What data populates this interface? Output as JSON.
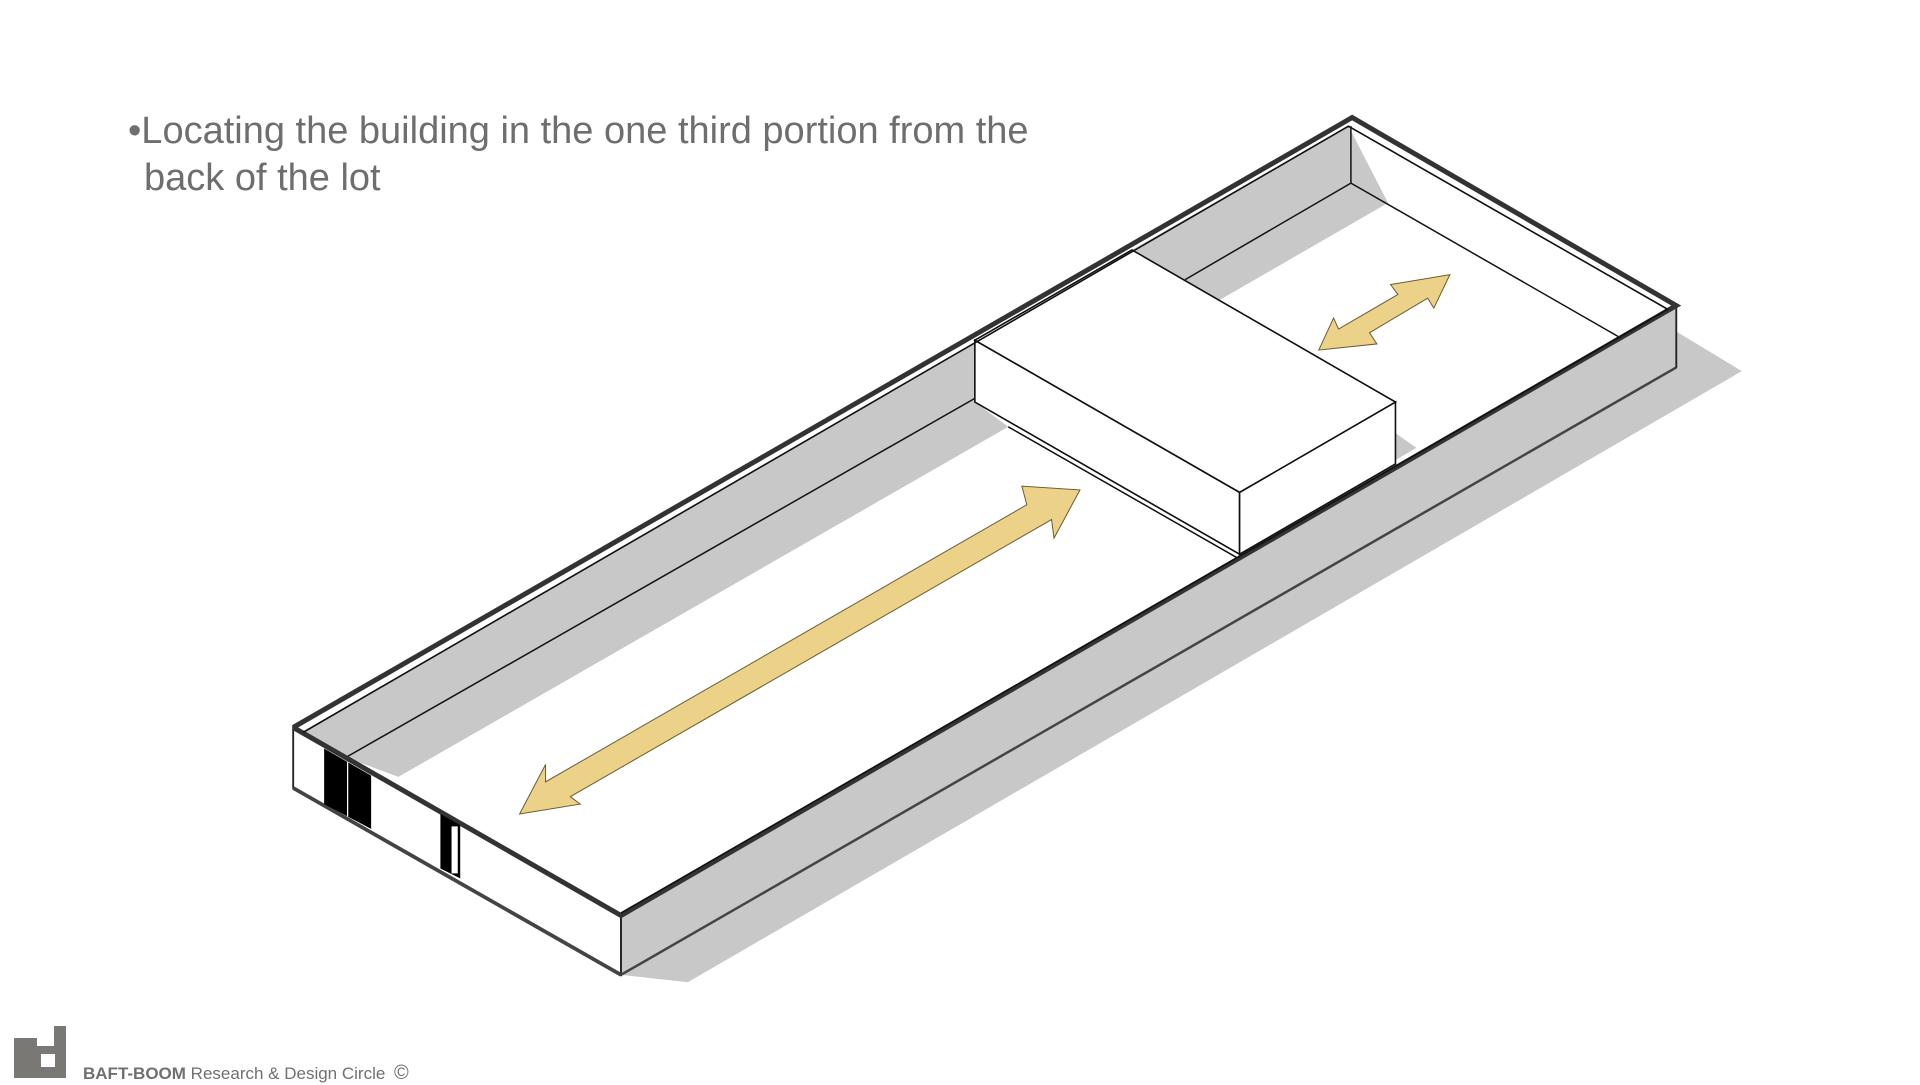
{
  "caption": {
    "line1": "•Locating the building in the one third portion from the",
    "line2": "back of the lot"
  },
  "footer": {
    "brand": "BAFT-BOOM",
    "subtitle": "Research & Design Circle",
    "copyright": "©"
  },
  "colors": {
    "arrow": "#ecd188",
    "shadow": "#c8c8c8",
    "text": "#6e6e70",
    "logo": "#7a7874"
  }
}
